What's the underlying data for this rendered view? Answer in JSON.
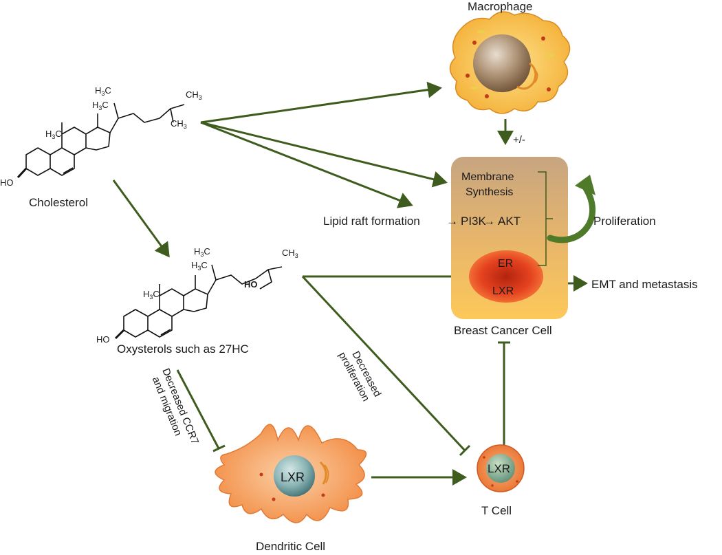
{
  "colors": {
    "arrow": "#3d5c1e",
    "cell_gradient_top": "#c8a27d",
    "cell_gradient_bottom": "#fcc55a",
    "nucleus_red": "#e43a1c",
    "lxr_teal": "#6a9ea0",
    "dendritic_orange": "#f79a55",
    "macrophage_yellow": "#f6b93a"
  },
  "labels": {
    "macrophage": "Macrophage",
    "plus_minus": "+/-",
    "membrane_synthesis_line1": "Membrane",
    "membrane_synthesis_line2": "Synthesis",
    "lipid_raft": "Lipid raft formation",
    "pathway": "PI3K",
    "pathway2": "AKT",
    "proliferation": "Proliferation",
    "er": "ER",
    "lxr_nucleus": "LXR",
    "emt": "EMT and metastasis",
    "breast_cancer_cell": "Breast Cancer Cell",
    "cholesterol": "Cholesterol",
    "oxysterols": "Oxysterols  such as 27HC",
    "decreased_proliferation_1": "Decreased",
    "decreased_proliferation_2": "proliferation",
    "decreased_ccr7_1": "Decreased CCR7",
    "decreased_ccr7_2": "and migration",
    "dendritic_lxr": "LXR",
    "dendritic_cell": "Dendritic Cell",
    "tcell_lxr": "LXR",
    "t_cell": "T Cell"
  },
  "chemistry": {
    "h3c": "H",
    "ch3": "CH",
    "three": "3",
    "ho": "HO"
  },
  "icons": {
    "pathway_arrow": "→",
    "curved_proliferation_arrow": "curved-arrow-icon"
  }
}
